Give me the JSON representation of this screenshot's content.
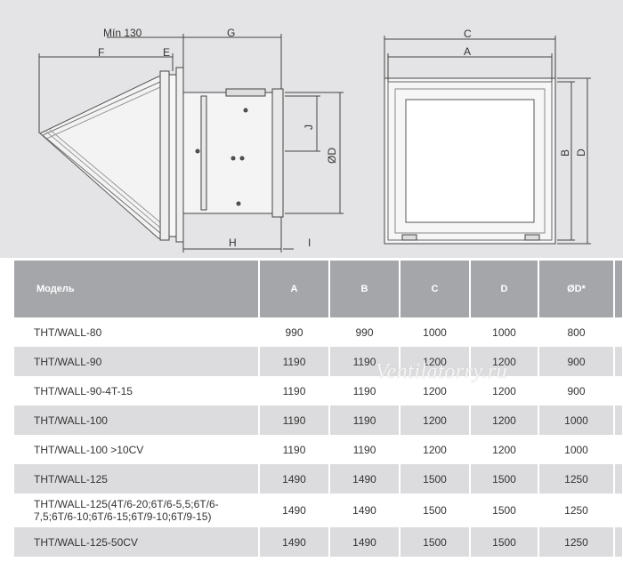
{
  "drawing": {
    "labels": {
      "min130": "Mín 130",
      "f": "F",
      "e": "E",
      "g": "G",
      "j": "J",
      "od_side": "ØD",
      "h": "H",
      "i": "I",
      "c": "C",
      "a": "A",
      "b": "B",
      "d": "D"
    }
  },
  "table": {
    "headers": [
      "Модель",
      "A",
      "B",
      "C",
      "D",
      "ØD*"
    ],
    "rows": [
      [
        "THT/WALL-80",
        "990",
        "990",
        "1000",
        "1000",
        "800"
      ],
      [
        "THT/WALL-90",
        "1190",
        "1190",
        "1200",
        "1200",
        "900"
      ],
      [
        "THT/WALL-90-4T-15",
        "1190",
        "1190",
        "1200",
        "1200",
        "900"
      ],
      [
        "THT/WALL-100",
        "1190",
        "1190",
        "1200",
        "1200",
        "1000"
      ],
      [
        "THT/WALL-100 >10CV",
        "1190",
        "1190",
        "1200",
        "1200",
        "1000"
      ],
      [
        "THT/WALL-125",
        "1490",
        "1490",
        "1500",
        "1500",
        "1250"
      ],
      [
        "THT/WALL-125(4T/6-20;6T/6-5,5;6T/6-7,5;6T/6-10;6T/6-15;6T/9-10;6T/9-15)",
        "1490",
        "1490",
        "1500",
        "1500",
        "1250"
      ],
      [
        "THT/WALL-125-50CV",
        "1490",
        "1490",
        "1500",
        "1500",
        "1250"
      ]
    ]
  },
  "watermark": "Ventilatorry.ru"
}
